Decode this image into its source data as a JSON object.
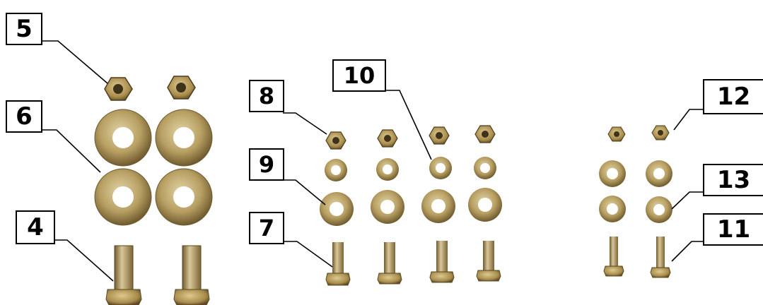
{
  "callouts": {
    "c4": "4",
    "c5": "5",
    "c6": "6",
    "c7": "7",
    "c8": "8",
    "c9": "9",
    "c10": "10",
    "c11": "11",
    "c12": "12",
    "c13": "13"
  },
  "colors": {
    "metal_light": "#d9c79a",
    "metal_mid": "#b39a5c",
    "metal_dark": "#6f5a2e",
    "leader": "#000000",
    "background": "#ffffff"
  }
}
